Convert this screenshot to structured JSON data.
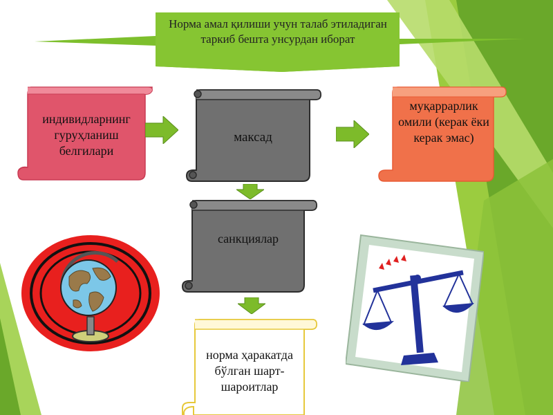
{
  "title": "Норма амал қилиши учун талаб этиладиган  таркиб бешта унсурдан иборат",
  "elements": {
    "group_features": "индивидларнинг гуруҳланиш белгилари",
    "goal": "максад",
    "necessity": "муқаррарлик омили (керак ёки керак эмас)",
    "sanctions": "санкциялар",
    "conditions": "норма ҳаракатда бўлган шарт-шароитлар"
  },
  "colors": {
    "banner": "#7dbf2c",
    "pink_scroll": "#e0556b",
    "gray_scroll": "#707070",
    "orange_scroll": "#f0714a",
    "cream_scroll": "#ffffff",
    "arrow": "#7dbb2a"
  },
  "icons": [
    "globe-icon",
    "scales-of-justice-icon"
  ]
}
